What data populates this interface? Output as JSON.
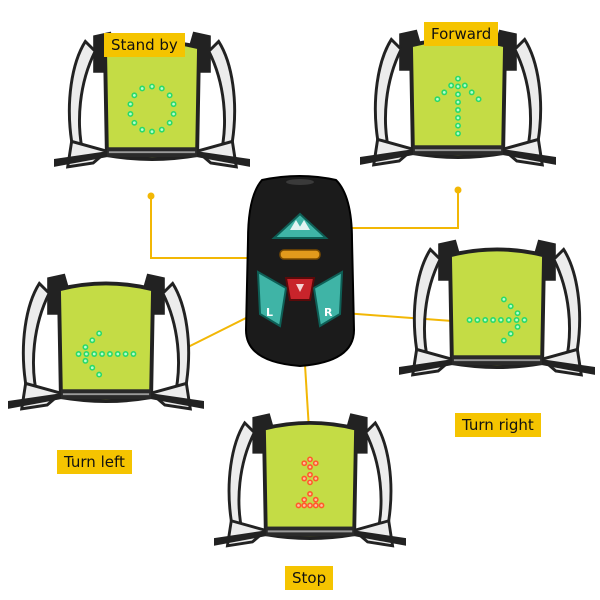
{
  "labels": {
    "stand_by": "Stand by",
    "forward": "Forward",
    "turn_left": "Turn left",
    "turn_right": "Turn right",
    "stop": "Stop"
  },
  "remote": {
    "left_key": "L",
    "right_key": "R"
  },
  "colors": {
    "label_bg": "#f5c400",
    "connector": "#f2b705",
    "vest_panel": "#c4dc45",
    "led_green": "#29d96a",
    "led_red": "#ff5a2a",
    "remote_body": "#1b1b1b",
    "remote_key": "#3fb4a6"
  }
}
